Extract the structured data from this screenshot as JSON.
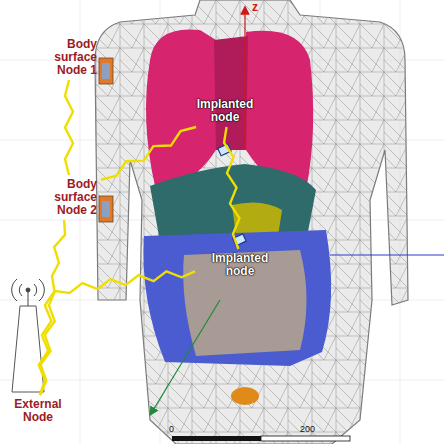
{
  "diagram": {
    "nodes": [
      {
        "text": [
          "Body surface Node 1"
        ]
      },
      {
        "text": [
          "Body surface Node 2"
        ]
      },
      {
        "text": [
          "Implanted node"
        ]
      },
      {
        "text": [
          "Implanted node"
        ]
      },
      {
        "text": [
          "External Node"
        ]
      }
    ],
    "edges": [
      {
        "from": 0,
        "to": 1,
        "arrow": "none"
      },
      {
        "from": 1,
        "to": 2,
        "arrow": "none"
      },
      {
        "from": 2,
        "to": 3,
        "arrow": "none"
      },
      {
        "from": 4,
        "to": 1,
        "arrow": "none"
      },
      {
        "from": 4,
        "to": 3,
        "arrow": "none"
      }
    ],
    "labels": [
      "z",
      "0",
      "200"
    ]
  }
}
